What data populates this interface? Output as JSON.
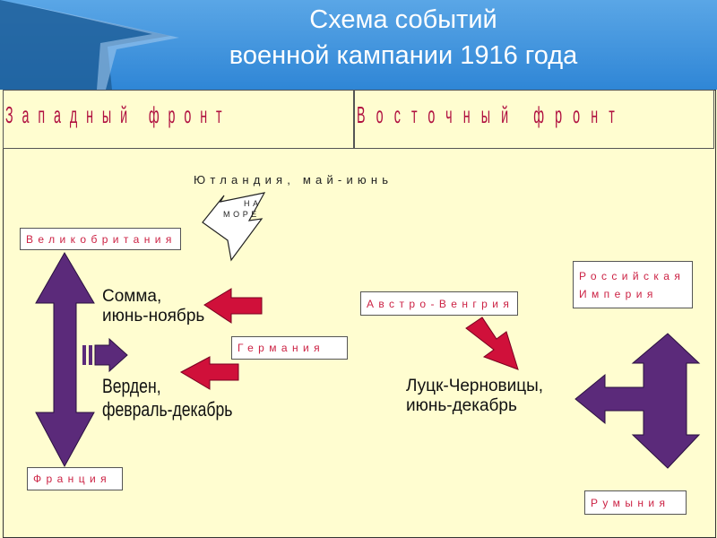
{
  "title_line1": "Схема событий",
  "title_line2": "военной кампании 1916 года",
  "fronts": {
    "west": "Западный фронт",
    "east": "Восточный фронт"
  },
  "jutland": "Ютландия, май-июнь",
  "at_sea_1": "НА",
  "at_sea_2": "МОРЕ",
  "countries": {
    "britain": "Великобритания",
    "france": "Франция",
    "germany": "Германия",
    "austria": "Австро-Венгрия",
    "russia_1": "Российская",
    "russia_2": "Империя",
    "romania": "Румыния"
  },
  "events": {
    "somme_1": "Сомма,",
    "somme_2": "июнь-ноябрь",
    "verdun_1": "Верден,",
    "verdun_2": "февраль-декабрь",
    "lutsk_1": "Луцк-Черновицы,",
    "lutsk_2": "июнь-декабрь"
  },
  "colors": {
    "header_blue": "#2f86d6",
    "panel_yellow": "#fffdd0",
    "label_red": "#cc2244",
    "arrow_purple": "#5b2a7a",
    "arrow_red": "#d0103a"
  }
}
